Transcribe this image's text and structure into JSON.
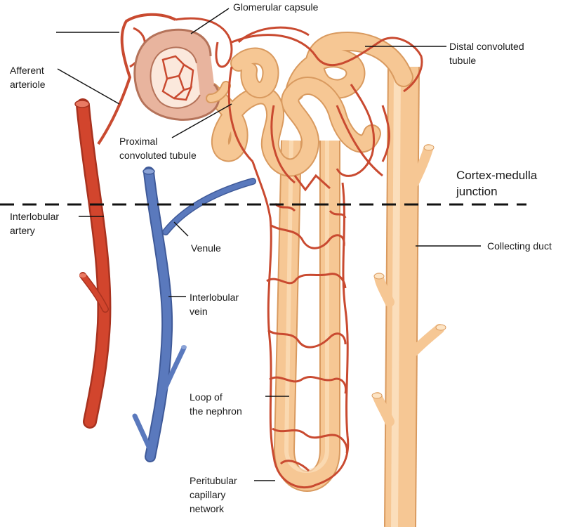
{
  "labels": {
    "glomerular_capsule": "Glomerular capsule",
    "distal_tubule_1": "Distal convoluted",
    "distal_tubule_2": "tubule",
    "afferent_1": "Afferent",
    "afferent_2": "arteriole",
    "proximal_1": "Proximal",
    "proximal_2": "convoluted tubule",
    "cortex_medulla_1": "Cortex-medulla",
    "cortex_medulla_2": "junction",
    "interlobular_artery_1": "Interlobular",
    "interlobular_artery_2": "artery",
    "venule": "Venule",
    "collecting_duct": "Collecting duct",
    "interlobular_vein_1": "Interlobular",
    "interlobular_vein_2": "vein",
    "loop_1": "Loop of",
    "loop_2": "the nephron",
    "peritubular_1": "Peritubular",
    "peritubular_2": "capillary",
    "peritubular_3": "network"
  },
  "colors": {
    "artery": "#d2452d",
    "artery_dark": "#a8321f",
    "vein": "#5a79bd",
    "vein_dark": "#3f5a99",
    "tubule": "#f6c794",
    "tubule_light": "#fde4c4",
    "tubule_edge": "#d99a5f",
    "capsule": "#e8b49e",
    "capillary": "#c94a30",
    "leader": "#111111"
  }
}
